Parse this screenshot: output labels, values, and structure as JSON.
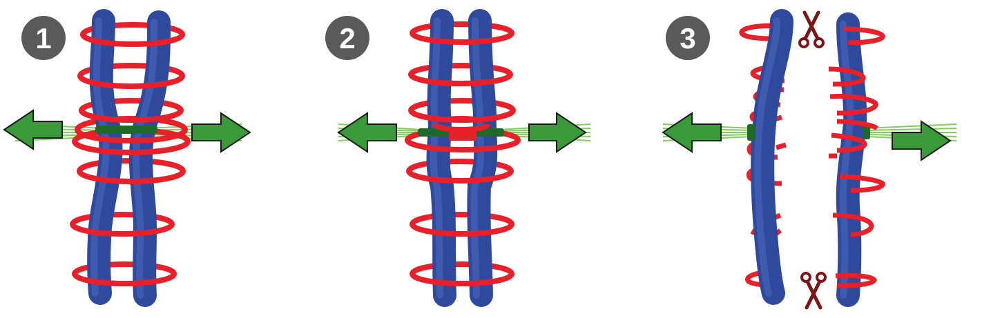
{
  "colors": {
    "background": "#ffffff",
    "chromatid_blue": "#2f4a9c",
    "chromatid_highlight": "#4f6cc4",
    "cohesin_red": "#e8202a",
    "arrow_green": "#3a9a3a",
    "spindle_green": "#7fcf5a",
    "kinetochore_green": "#1f6a2a",
    "badge_gray": "#5a5a5a",
    "badge_text": "#ffffff",
    "scissors_darkred": "#7a1518"
  },
  "panels": [
    {
      "step_label": "1",
      "icons": [
        "cohesin-ring-icon",
        "pull-left-arrow-icon",
        "pull-right-arrow-icon"
      ]
    },
    {
      "step_label": "2",
      "icons": [
        "cohesin-ring-icon",
        "pull-left-arrow-icon",
        "pull-right-arrow-icon"
      ]
    },
    {
      "step_label": "3",
      "icons": [
        "scissors-icon",
        "cleaved-cohesin-icon",
        "pull-left-arrow-icon",
        "pull-right-arrow-icon"
      ]
    }
  ]
}
